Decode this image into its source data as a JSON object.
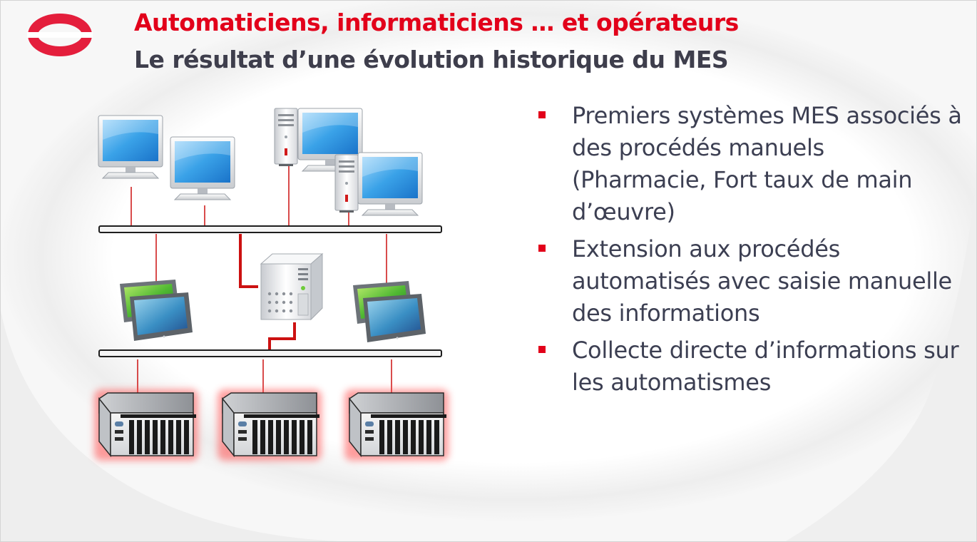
{
  "slide": {
    "title": "Automaticiens, informaticiens … et opérateurs",
    "subtitle": "Le résultat d’une évolution historique du MES",
    "logo": "red-ring-logo",
    "colors": {
      "accent": "#e2001a",
      "text": "#3c3f52",
      "bus": "#222222",
      "link": "#cc1111"
    }
  },
  "diagram": {
    "top_level": [
      "desktop-monitor",
      "desktop-monitor",
      "tower-with-monitor",
      "tower-with-monitor"
    ],
    "middle_level": [
      "hmi-panels",
      "server",
      "hmi-panels"
    ],
    "bottom_level": [
      "plc-unit",
      "plc-unit",
      "plc-unit"
    ]
  },
  "bullets": [
    {
      "text": "Premiers systèmes MES associés à des procédés manuels (Pharmacie, Fort taux de main d’œuvre)"
    },
    {
      "text": "Extension aux procédés automatisés avec saisie manuelle des informations"
    },
    {
      "text": "Collecte directe d’informations sur les automatismes"
    }
  ]
}
